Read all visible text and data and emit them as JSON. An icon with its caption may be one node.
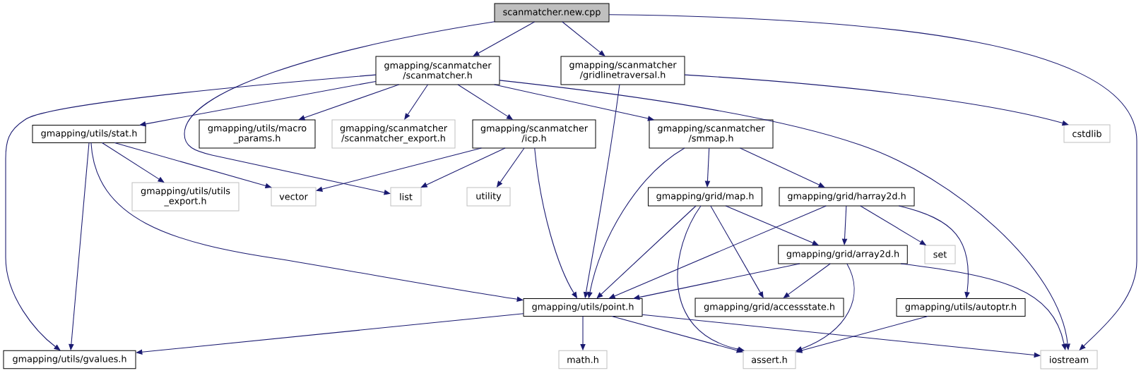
{
  "diagram": {
    "nodes": [
      {
        "text": [
          "scanmatcher.new.cpp"
        ]
      },
      {
        "text": [
          "gmapping/scanmatcher /scanmatcher.h"
        ]
      },
      {
        "text": [
          "gmapping/scanmatcher /gridlinetraversal.h"
        ]
      },
      {
        "text": [
          "gmapping/utils/stat.h"
        ]
      },
      {
        "text": [
          "gmapping/utils/macro _params.h"
        ]
      },
      {
        "text": [
          "gmapping/scanmatcher /scanmatcher_export.h"
        ]
      },
      {
        "text": [
          "gmapping/scanmatcher /icp.h"
        ]
      },
      {
        "text": [
          "gmapping/scanmatcher /smmap.h"
        ]
      },
      {
        "text": [
          "cstdlib"
        ]
      },
      {
        "text": [
          "gmapping/utils/utils _export.h"
        ]
      },
      {
        "text": [
          "vector"
        ]
      },
      {
        "text": [
          "list"
        ]
      },
      {
        "text": [
          "utility"
        ]
      },
      {
        "text": [
          "gmapping/grid/map.h"
        ]
      },
      {
        "text": [
          "gmapping/grid/harray2d.h"
        ]
      },
      {
        "text": [
          "set"
        ]
      },
      {
        "text": [
          "gmapping/grid/array2d.h"
        ]
      },
      {
        "text": [
          "gmapping/utils/point.h"
        ]
      },
      {
        "text": [
          "gmapping/grid/accessstate.h"
        ]
      },
      {
        "text": [
          "gmapping/utils/autoptr.h"
        ]
      },
      {
        "text": [
          "gmapping/utils/gvalues.h"
        ]
      },
      {
        "text": [
          "math.h"
        ]
      },
      {
        "text": [
          "assert.h"
        ]
      },
      {
        "text": [
          "iostream"
        ]
      }
    ],
    "edges": [
      {
        "from": 0,
        "to": 1,
        "arrow": "to"
      },
      {
        "from": 0,
        "to": 2,
        "arrow": "to"
      },
      {
        "from": 0,
        "to": 11,
        "arrow": "to"
      },
      {
        "from": 0,
        "to": 23,
        "arrow": "to"
      },
      {
        "from": 1,
        "to": 3,
        "arrow": "to"
      },
      {
        "from": 1,
        "to": 4,
        "arrow": "to"
      },
      {
        "from": 1,
        "to": 5,
        "arrow": "to"
      },
      {
        "from": 1,
        "to": 6,
        "arrow": "to"
      },
      {
        "from": 1,
        "to": 7,
        "arrow": "to"
      },
      {
        "from": 1,
        "to": 20,
        "arrow": "to"
      },
      {
        "from": 1,
        "to": 23,
        "arrow": "to"
      },
      {
        "from": 2,
        "to": 8,
        "arrow": "to"
      },
      {
        "from": 2,
        "to": 17,
        "arrow": "to"
      },
      {
        "from": 3,
        "to": 9,
        "arrow": "to"
      },
      {
        "from": 3,
        "to": 10,
        "arrow": "to"
      },
      {
        "from": 3,
        "to": 20,
        "arrow": "to"
      },
      {
        "from": 3,
        "to": 17,
        "arrow": "to"
      },
      {
        "from": 6,
        "to": 10,
        "arrow": "to"
      },
      {
        "from": 6,
        "to": 11,
        "arrow": "to"
      },
      {
        "from": 6,
        "to": 12,
        "arrow": "to"
      },
      {
        "from": 6,
        "to": 17,
        "arrow": "to"
      },
      {
        "from": 7,
        "to": 17,
        "arrow": "to"
      },
      {
        "from": 7,
        "to": 13,
        "arrow": "to"
      },
      {
        "from": 7,
        "to": 14,
        "arrow": "to"
      },
      {
        "from": 13,
        "to": 17,
        "arrow": "to"
      },
      {
        "from": 13,
        "to": 22,
        "arrow": "to"
      },
      {
        "from": 13,
        "to": 18,
        "arrow": "to"
      },
      {
        "from": 13,
        "to": 16,
        "arrow": "to"
      },
      {
        "from": 14,
        "to": 17,
        "arrow": "to"
      },
      {
        "from": 14,
        "to": 16,
        "arrow": "to"
      },
      {
        "from": 14,
        "to": 15,
        "arrow": "to"
      },
      {
        "from": 14,
        "to": 19,
        "arrow": "to"
      },
      {
        "from": 16,
        "to": 17,
        "arrow": "to"
      },
      {
        "from": 16,
        "to": 18,
        "arrow": "to"
      },
      {
        "from": 16,
        "to": 22,
        "arrow": "to"
      },
      {
        "from": 16,
        "to": 23,
        "arrow": "to"
      },
      {
        "from": 17,
        "to": 20,
        "arrow": "to"
      },
      {
        "from": 17,
        "to": 21,
        "arrow": "to"
      },
      {
        "from": 17,
        "to": 22,
        "arrow": "to"
      },
      {
        "from": 17,
        "to": 23,
        "arrow": "to"
      },
      {
        "from": 19,
        "to": 22,
        "arrow": "to"
      }
    ]
  }
}
